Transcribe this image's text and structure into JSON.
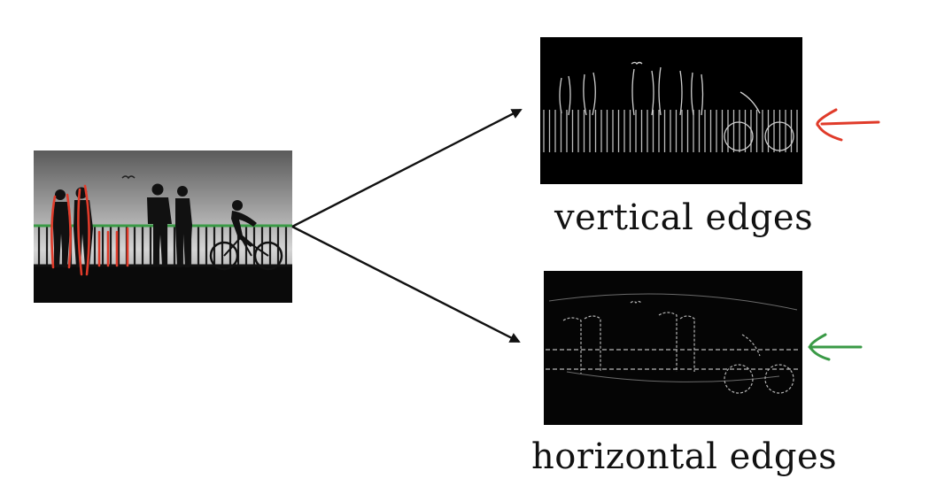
{
  "labels": {
    "vertical": "vertical edges",
    "horizontal": "horizontal edges"
  },
  "colors": {
    "background": "#ffffff",
    "arrow": "#111111",
    "annotation_red": "#e03b2a",
    "annotation_green": "#3a9a46",
    "panel_dark": "#000000"
  },
  "icons": {
    "source": "silhouette-photo",
    "vertical_output": "vertical-edge-map",
    "horizontal_output": "horizontal-edge-map"
  }
}
